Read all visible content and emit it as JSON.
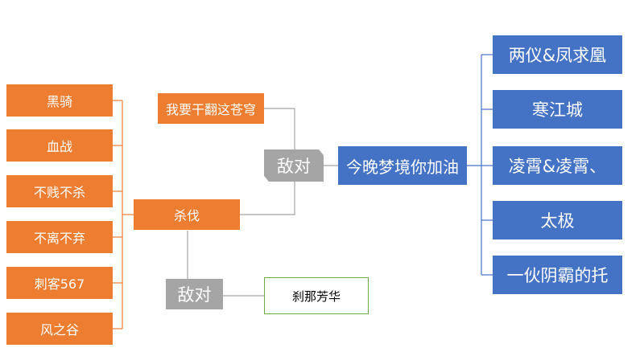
{
  "center": {
    "label": "今晚梦境你加油"
  },
  "right_branch": [
    "两仪&凤求凰",
    "寒江城",
    "凌霄&凌霄、",
    "太极",
    "一伙阴霸的托"
  ],
  "upper_left": {
    "label": "我要干翻这苍穹",
    "relation": "敌对"
  },
  "mid_left": {
    "label": "杀伐"
  },
  "left_branch": [
    "黑骑",
    "血战",
    "不贱不杀",
    "不离不弃",
    "刺客567",
    "风之谷"
  ],
  "lower": {
    "relation": "敌对",
    "label": "刹那芳华"
  },
  "colors": {
    "orange": "#ed7d31",
    "blue": "#4472c4",
    "gray": "#a5a5a5",
    "green": "#70ad47",
    "line": "#a5a5a5"
  }
}
